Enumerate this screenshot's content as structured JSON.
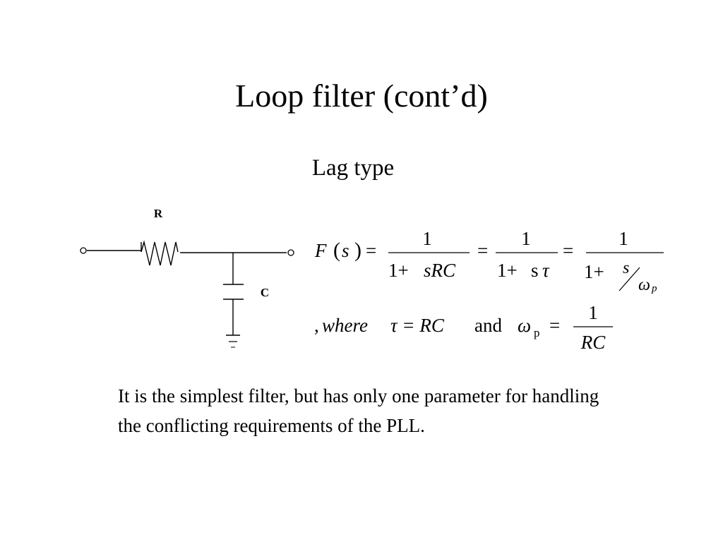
{
  "slide": {
    "title": "Loop filter (cont’d)",
    "subtitle": "Lag type",
    "paragraph": "It is the simplest filter, but has only one parameter for handling the conflicting requirements of the PLL."
  },
  "circuit": {
    "resistor_label": "R",
    "capacitor_label": "C"
  },
  "equation": {
    "F": "F",
    "s": "s",
    "eq": "=",
    "one": "1",
    "one_plus": "1+",
    "sRC": "sRC",
    "s_tau_s": "s",
    "tau": "τ",
    "s_over": "s",
    "omega": "ω",
    "p_sub": "p",
    "where_comma": ",",
    "where": "where",
    "tau_eq": "τ = RC",
    "and": "and",
    "RC": "RC"
  }
}
